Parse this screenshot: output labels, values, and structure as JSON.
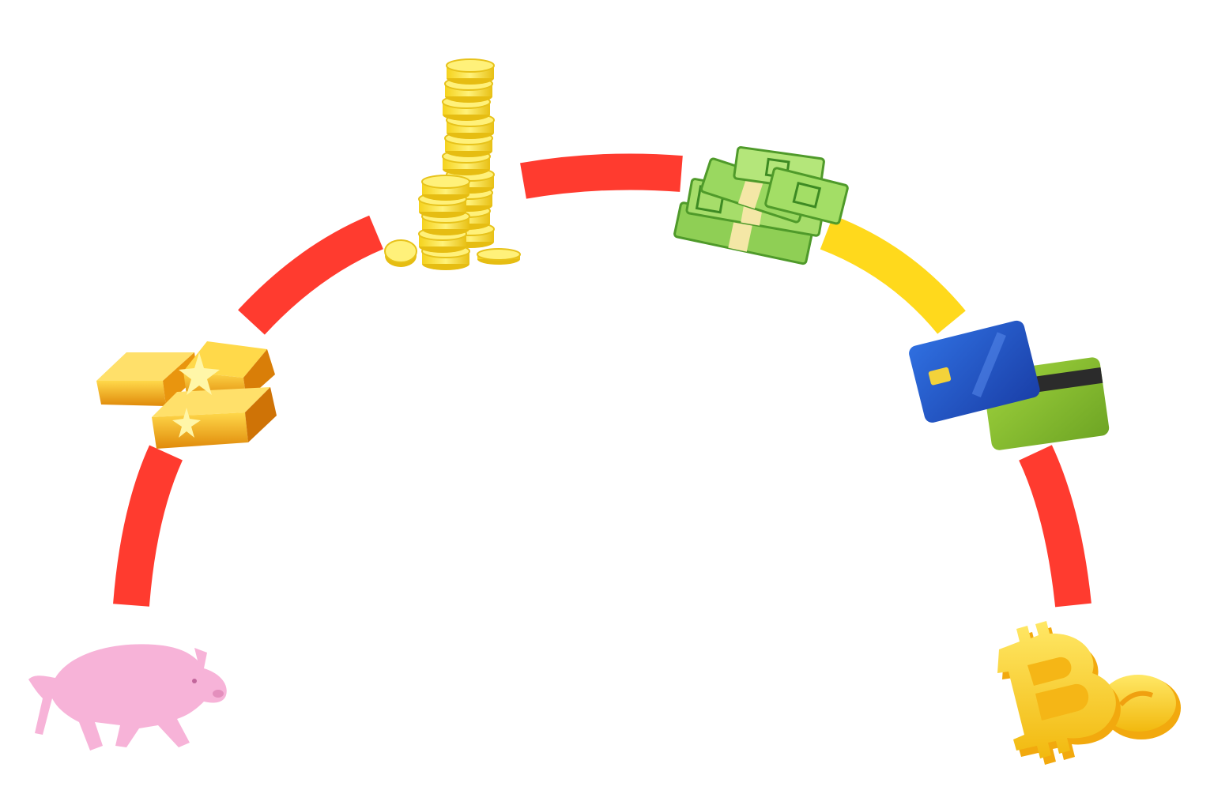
{
  "colors": {
    "background": "#ffffff",
    "arc_red": "#ff3b2f",
    "arc_yellow": "#ffd91c",
    "pig_pink": "#f7b3d8",
    "gold": "#f7c21d",
    "coin_yellow": "#ffe23d",
    "cash_green": "#6fbd3a",
    "card_blue": "#2156c8",
    "card_green": "#86bf2c"
  },
  "arc_segments": [
    {
      "id": "seg-1",
      "color": "red"
    },
    {
      "id": "seg-2",
      "color": "red"
    },
    {
      "id": "seg-3",
      "color": "red"
    },
    {
      "id": "seg-4",
      "color": "yellow"
    },
    {
      "id": "seg-5",
      "color": "red"
    }
  ],
  "icons": [
    {
      "id": "piggy-bank",
      "icon": "piggy-bank-icon"
    },
    {
      "id": "gold-bars",
      "icon": "gold-bars-icon"
    },
    {
      "id": "coin-stack",
      "icon": "coin-stack-icon"
    },
    {
      "id": "cash-bundles",
      "icon": "cash-bundles-icon"
    },
    {
      "id": "credit-cards",
      "icon": "credit-cards-icon"
    },
    {
      "id": "bitcoin",
      "icon": "bitcoin-icon"
    }
  ]
}
